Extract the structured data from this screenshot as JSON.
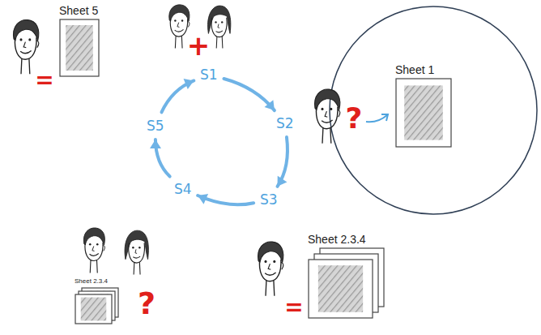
{
  "diagram": {
    "nodes": [
      {
        "text": [
          "S1"
        ]
      },
      {
        "text": [
          "S2"
        ]
      },
      {
        "text": [
          "S3"
        ]
      },
      {
        "text": [
          "S4"
        ]
      },
      {
        "text": [
          "S5"
        ]
      },
      {
        "text": [
          "Sheet 5"
        ]
      },
      {
        "text": [
          "Sheet 1"
        ]
      },
      {
        "text": [
          "Sheet 2.3.4"
        ]
      },
      {
        "text": [
          "Sheet 2.3.4"
        ]
      }
    ],
    "edges": [
      {
        "from": 0,
        "to": 1,
        "arrow": "to"
      },
      {
        "from": 1,
        "to": 2,
        "arrow": "to"
      },
      {
        "from": 2,
        "to": 3,
        "arrow": "to"
      },
      {
        "from": 3,
        "to": 4,
        "arrow": "to"
      },
      {
        "from": 4,
        "to": 0,
        "arrow": "to"
      }
    ],
    "labels": [
      "+",
      "=",
      "?",
      "?",
      "="
    ]
  }
}
